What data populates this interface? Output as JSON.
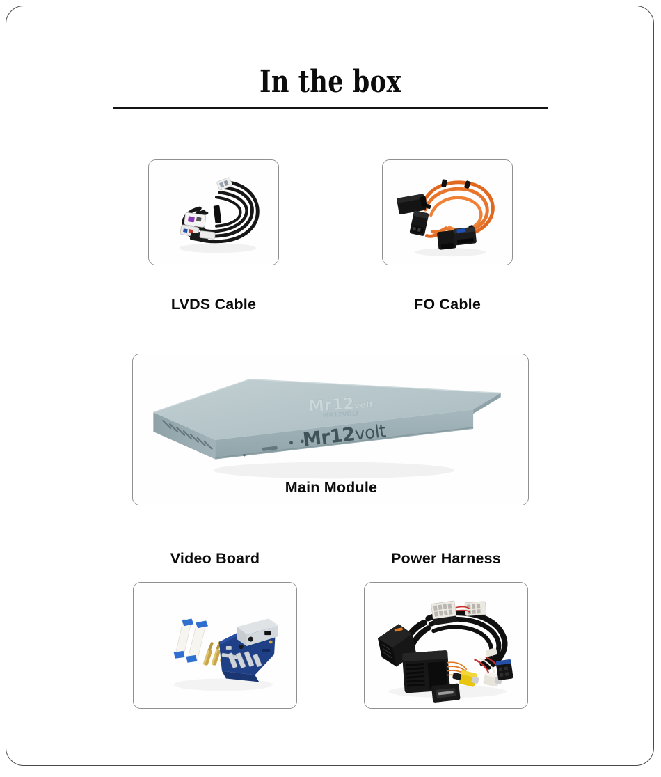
{
  "page": {
    "title": "In the box",
    "background_color": "#ffffff",
    "border_color": "#4a4a4a"
  },
  "items": [
    {
      "id": "lvds",
      "label": "LVDS Cable",
      "photo": "coiled-black-lvds-cable-with-white-and-purple-fakra-connectors",
      "label_position": "below-card",
      "colors": {
        "cable": "#1b1b1b",
        "connector_a": "#f2f2f2",
        "connector_b": "#8b36b4"
      }
    },
    {
      "id": "fo",
      "label": "FO Cable",
      "photo": "orange-fiber-optic-cable-loop-with-black-most-connectors",
      "label_position": "below-card",
      "colors": {
        "cable": "#e8702a",
        "connector": "#1a1a1a"
      }
    },
    {
      "id": "main",
      "label": "Main Module",
      "photo": "light-blue-gray-metal-module-box-with-mr12volt-branding-and-side-vents",
      "label_position": "inside-card",
      "brand_text": "Mr12volt",
      "colors": {
        "top_face": "#b6c6ca",
        "front_face": "#9cafb4",
        "side_face": "#8fa3a9",
        "brand_text": "#4d5f66"
      }
    },
    {
      "id": "video",
      "label": "Video Board",
      "photo": "blue-pcb-video-board-with-silver-shield-ribbon-cables-and-brass-standoffs",
      "label_position": "above-card",
      "colors": {
        "pcb": "#1f3f86",
        "shield": "#d9dde0",
        "ribbon": "#f4f4f0",
        "ribbon_tab": "#2f6fd0",
        "standoff": "#c9a548"
      }
    },
    {
      "id": "power",
      "label": "Power Harness",
      "photo": "black-automotive-wiring-harness-with-quadlock-connectors-rca-plugs-and-usb-port",
      "label_position": "above-card",
      "colors": {
        "wire": "#121212",
        "rca_yellow": "#e8c511",
        "rca_white": "#e7e4dc",
        "accent_red": "#c8302a",
        "accent_orange": "#e07a20"
      }
    }
  ]
}
